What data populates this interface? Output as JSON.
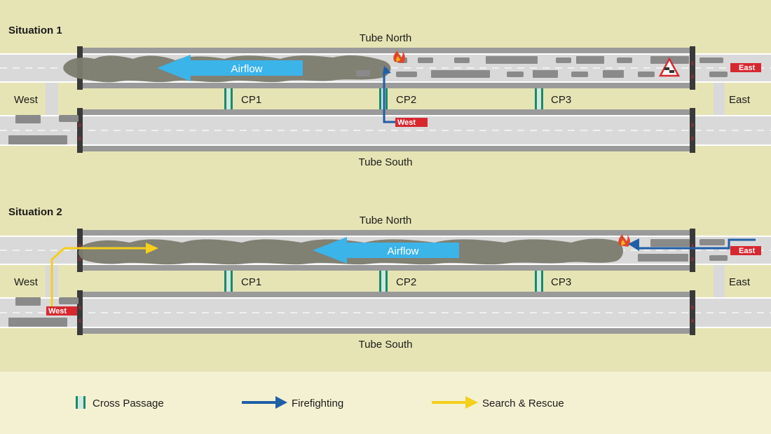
{
  "colors": {
    "background": "#e6e4b4",
    "legend_background": "#f4f1d2",
    "road": "#d9d9d9",
    "tube_wall": "#9a9a9a",
    "smoke": "#7b7b6e",
    "airflow": "#3bb4ea",
    "firefighting": "#1f5fa8",
    "search_rescue": "#f4cf1c",
    "cross_passage": "#1a8a6a",
    "exit_tag": "#d7282f",
    "vehicle": "#8a8a8a"
  },
  "situation1": {
    "title": "Situation 1",
    "tube_north": "Tube North",
    "tube_south": "Tube South",
    "west": "West",
    "east": "East",
    "airflow": "Airflow",
    "cross_passages": [
      "CP1",
      "CP2",
      "CP3"
    ],
    "tag_west": "West",
    "tag_east": "East",
    "warning_icon": "traffic-jam-warning-icon"
  },
  "situation2": {
    "title": "Situation 2",
    "tube_north": "Tube North",
    "tube_south": "Tube South",
    "west": "West",
    "east": "East",
    "airflow": "Airflow",
    "cross_passages": [
      "CP1",
      "CP2",
      "CP3"
    ],
    "tag_west": "West",
    "tag_east": "East"
  },
  "legend": {
    "cross_passage": "Cross Passage",
    "firefighting": "Firefighting",
    "search_rescue": "Search & Rescue"
  }
}
